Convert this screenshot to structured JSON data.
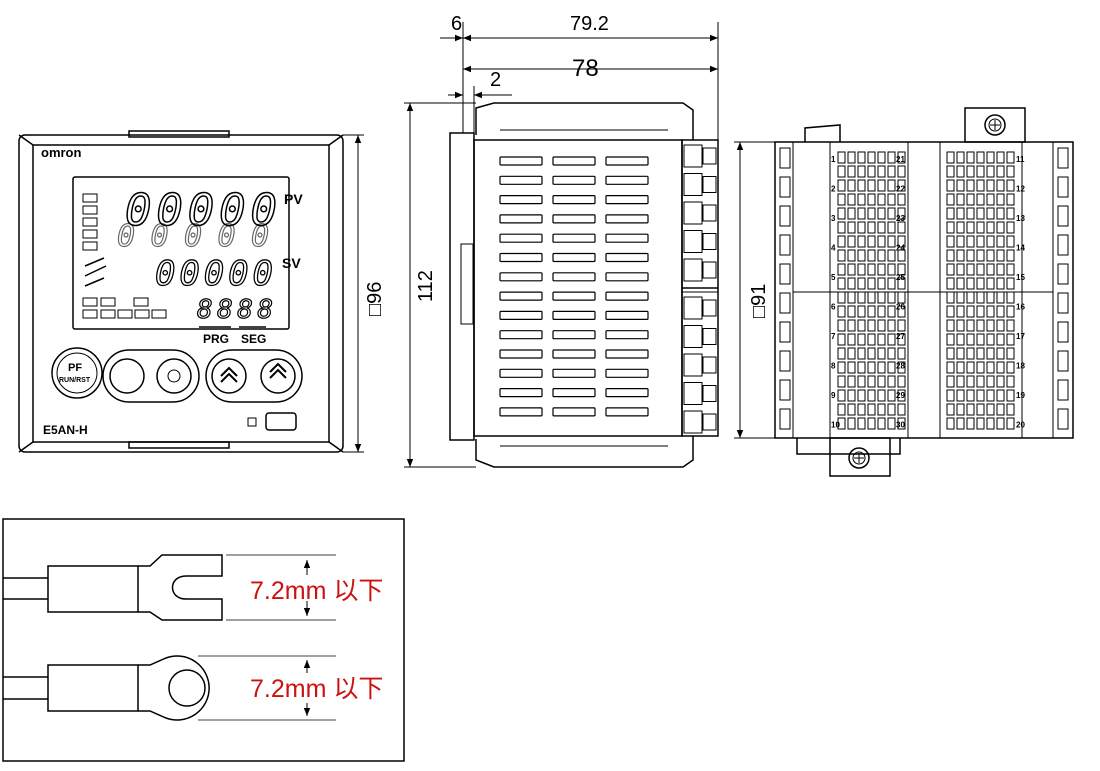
{
  "colors": {
    "line": "#000000",
    "accent_red": "#cc1111"
  },
  "front_panel": {
    "brand": "omron",
    "pv_label": "PV",
    "sv_label": "SV",
    "prg_label": "PRG",
    "seg_label": "SEG",
    "model": "E5AN-H",
    "pf_key_top": "PF",
    "pf_key_bottom": "RUN/RST",
    "pv_digits": "00000",
    "pv_digits_lower": "00000",
    "sv_digits": "00000",
    "seg_digits": "8888",
    "dimension": "□96"
  },
  "side_view": {
    "dim_total": "79.2",
    "dim_body": "78",
    "dim_panel": "6",
    "dim_bezel": "2",
    "dim_height": "112"
  },
  "rear_view": {
    "dimension": "□91",
    "terminals_left": [
      "1",
      "2",
      "3",
      "4",
      "5",
      "6",
      "7",
      "8",
      "9",
      "10"
    ],
    "terminals_mid": [
      "21",
      "22",
      "23",
      "24",
      "25",
      "26",
      "27",
      "28",
      "29",
      "30"
    ],
    "terminals_right": [
      "11",
      "12",
      "13",
      "14",
      "15",
      "16",
      "17",
      "18",
      "19",
      "20"
    ]
  },
  "terminal_detail": {
    "fork_label": "7.2mm 以下",
    "ring_label": "7.2mm 以下"
  }
}
